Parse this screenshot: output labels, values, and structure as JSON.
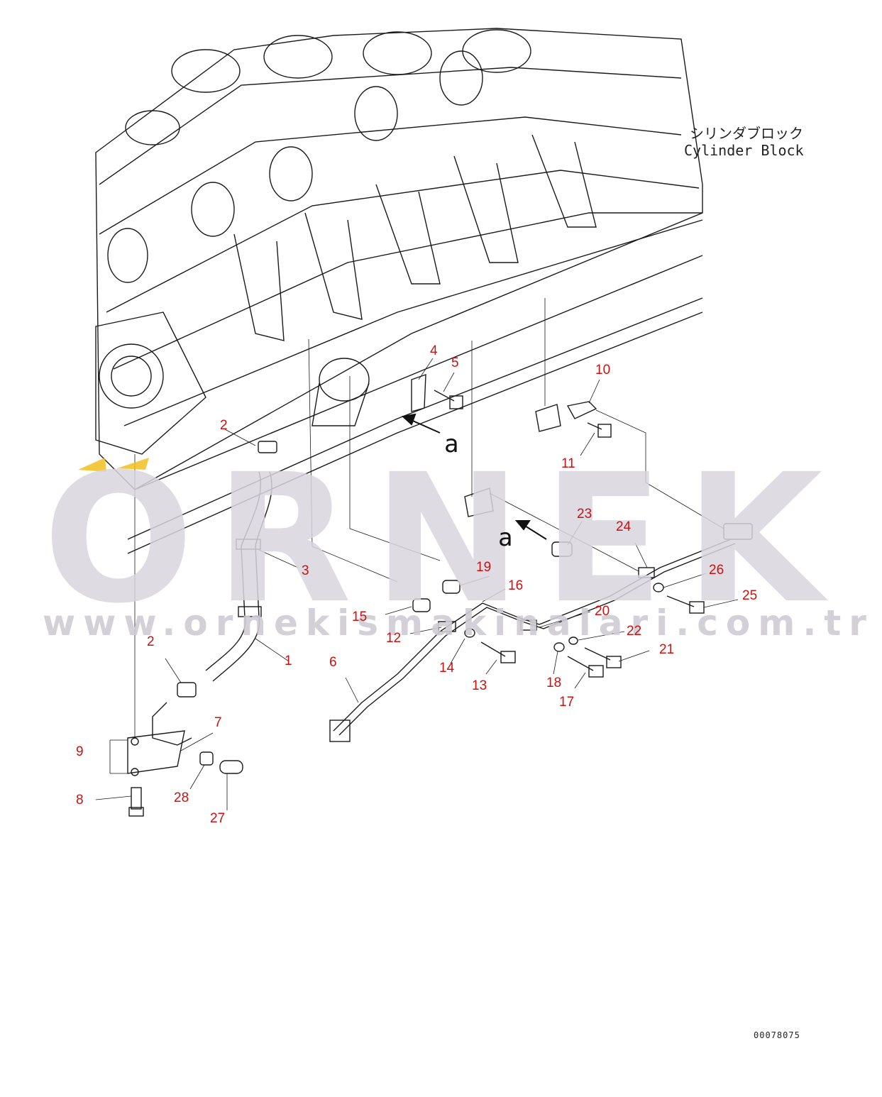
{
  "diagram": {
    "block_label_jp": "シリンダブロック",
    "block_label_en": "Cylinder Block",
    "view_marker": "a",
    "document_number": "00078075"
  },
  "watermark": {
    "brand": "ORNEK",
    "url": "www.ornekismakinalari.com.tr"
  },
  "callouts": [
    "1",
    "2",
    "2",
    "3",
    "4",
    "5",
    "6",
    "7",
    "8",
    "9",
    "10",
    "11",
    "12",
    "13",
    "14",
    "15",
    "16",
    "17",
    "18",
    "19",
    "20",
    "21",
    "22",
    "23",
    "24",
    "25",
    "26",
    "27",
    "28"
  ],
  "colors": {
    "callout": "#cc1111",
    "line": "#1a1a1a",
    "watermark": "#d9d5dd",
    "accent_marker": "#f0c020"
  }
}
